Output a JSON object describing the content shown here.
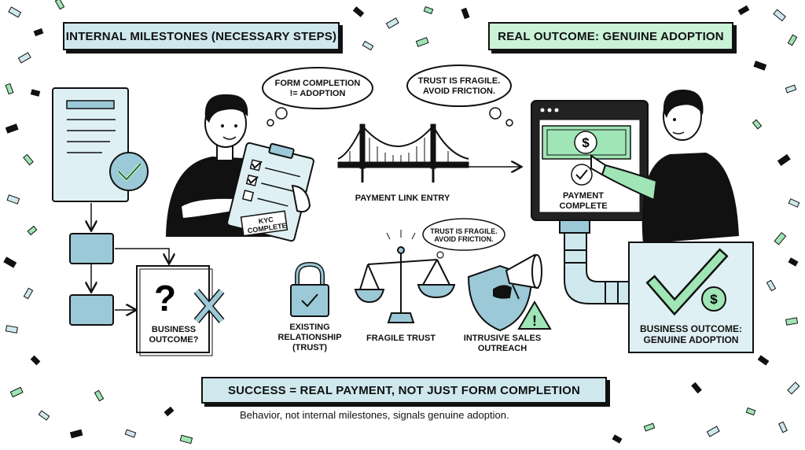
{
  "header": {
    "left_banner": "INTERNAL MILESTONES (NECESSARY STEPS)",
    "right_banner": "REAL OUTCOME: GENUINE ADOPTION"
  },
  "thought_bubbles": {
    "form": [
      "FORM COMPLETION",
      "!= ADOPTION"
    ],
    "trust_top": [
      "TRUST IS FRAGILE.",
      "AVOID FRICTION."
    ],
    "trust_small": [
      "TRUST IS FRAGILE.",
      "AVOID FRICTION."
    ]
  },
  "clipboard_badge": [
    "KYC",
    "COMPLETE"
  ],
  "bridge_label": "PAYMENT LINK ENTRY",
  "payment_screen_label": [
    "PAYMENT",
    "COMPLETE"
  ],
  "flow": {
    "unknown_outcome_label": [
      "BUSINESS",
      "OUTCOME?"
    ]
  },
  "factors": {
    "existing_relationship": [
      "EXISTING",
      "RELATIONSHIP",
      "(TRUST)"
    ],
    "fragile_trust": "FRAGILE TRUST",
    "intrusive_sales": [
      "INTRUSIVE SALES",
      "OUTREACH"
    ]
  },
  "outcome_box": [
    "BUSINESS OUTCOME:",
    "GENUINE ADOPTION"
  ],
  "footer": {
    "success_banner": "SUCCESS = REAL PAYMENT, NOT JUST FORM COMPLETION",
    "tagline": "Behavior, not internal milestones, signals genuine adoption."
  },
  "colors": {
    "blue": "#cfe8ee",
    "light_blue": "#dff0f4",
    "green": "#c9f2d6",
    "mint": "#9fe5b5",
    "ink": "#111111"
  }
}
